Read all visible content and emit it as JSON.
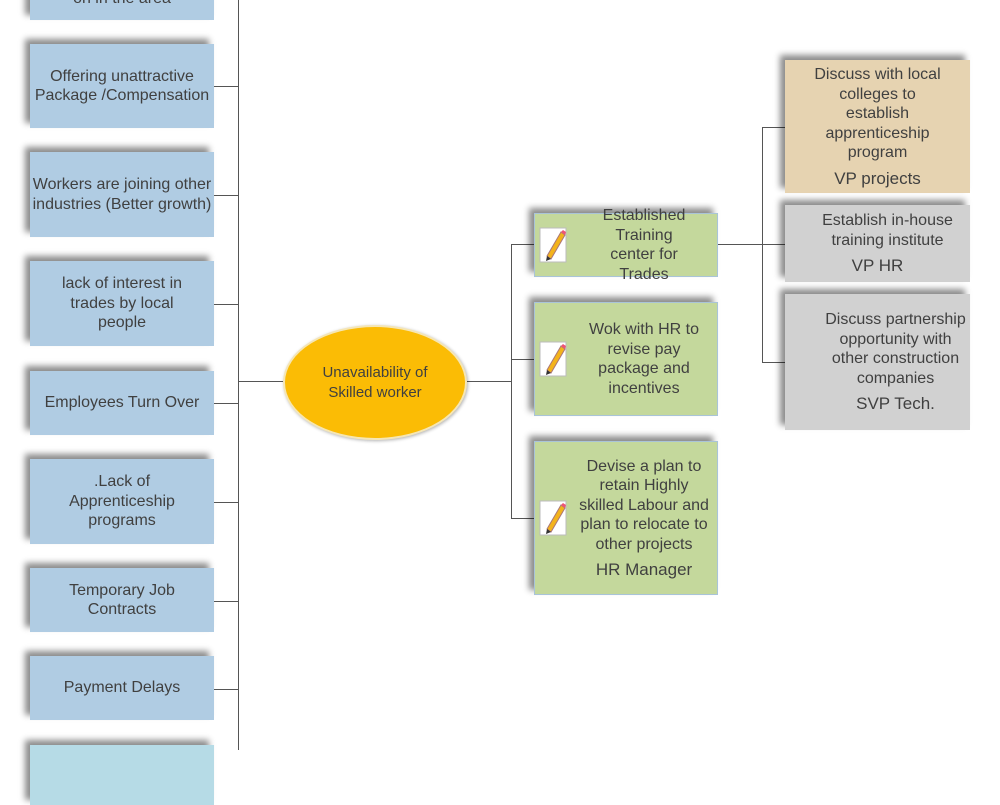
{
  "center": {
    "label": "Unavailability of Skilled worker",
    "color": "#fbbc05"
  },
  "causes": [
    {
      "label": "on in the area"
    },
    {
      "label": "Offering unattractive Package /Compensation"
    },
    {
      "label": "Workers are joining other industries (Better growth)"
    },
    {
      "label": "lack of interest in trades by local people"
    },
    {
      "label": "Employees Turn Over"
    },
    {
      "label": ".Lack of Apprenticeship programs"
    },
    {
      "label": "Temporary Job Contracts"
    },
    {
      "label": "Payment Delays"
    },
    {
      "label": ""
    }
  ],
  "actions": [
    {
      "label": "Established Training center for Trades",
      "owner": "",
      "icon": "pencil-note-icon"
    },
    {
      "label": "Wok with HR to revise pay package and incentives",
      "owner": "",
      "icon": "pencil-note-icon"
    },
    {
      "label": "Devise a plan to retain Highly skilled Labour and plan to relocate to other projects",
      "owner": "HR Manager",
      "icon": "pencil-note-icon"
    }
  ],
  "sub_actions": [
    {
      "label": "Discuss with local colleges to establish apprenticeship program",
      "owner": "VP projects",
      "color": "#e6d3b1"
    },
    {
      "label": "Establish in-house training institute",
      "owner": "VP HR",
      "color": "#d1d1d1"
    },
    {
      "label": "Discuss partnership opportunity with other construction companies",
      "owner": "SVP Tech.",
      "color": "#d1d1d1"
    }
  ],
  "colors": {
    "cause": "#b0cce3",
    "action": "#c4d89c",
    "line": "#555555"
  }
}
